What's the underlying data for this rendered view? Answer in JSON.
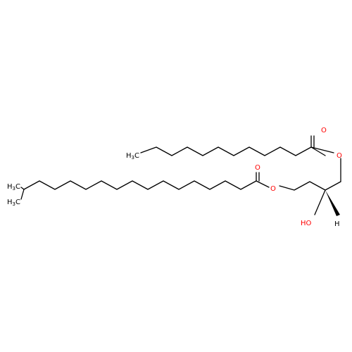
{
  "colors": {
    "bond": "#000000",
    "oxygen": "#ff0000",
    "carbon_label": "#000000"
  },
  "molecule": {
    "atoms": {
      "top_carbonyl_o": {
        "element": "O",
        "text": "O"
      },
      "top_ester_o": {
        "element": "O",
        "text": "O"
      },
      "bottom_carbonyl_o": {
        "element": "O",
        "text": "O"
      },
      "bottom_ester_o": {
        "element": "O",
        "text": "O"
      },
      "hydroxyl": {
        "element": "O",
        "text": "HO"
      },
      "stereo_h": {
        "element": "H",
        "text": "H"
      },
      "top_terminal_methyl": {
        "element": "C",
        "text": "H",
        "sub": "3",
        "after": "C"
      },
      "branch_methyl_upper": {
        "element": "C",
        "text": "H",
        "sub": "3",
        "after": "C"
      },
      "branch_methyl_lower": {
        "element": "C",
        "text": "H",
        "sub": "3",
        "after": "C"
      }
    }
  }
}
